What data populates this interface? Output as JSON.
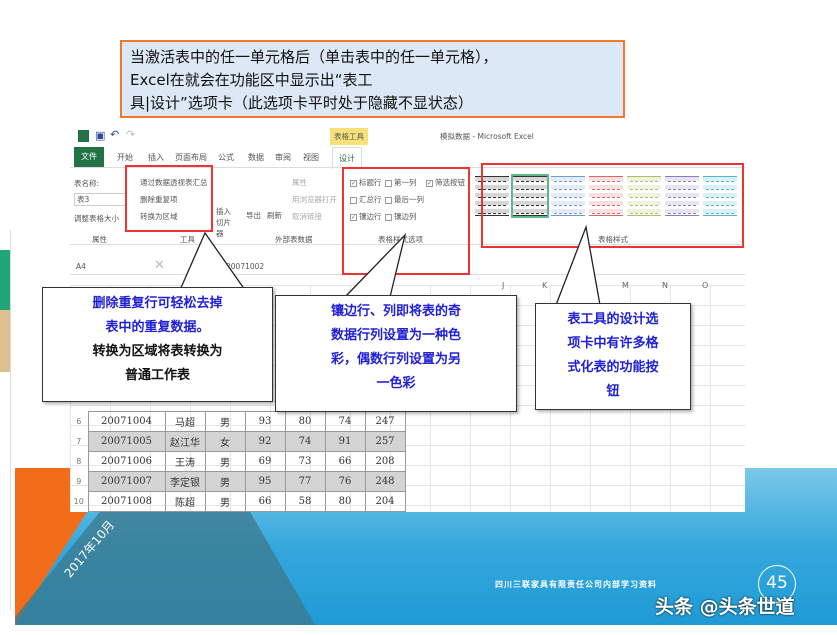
{
  "top_callout": {
    "line1": "当激活表中的任一单元格后（单击表中的任一单元格），",
    "line2": "Excel在就会在功能区中显示出“表工",
    "line3": "具|设计”选项卡（此选项卡平时处于隐藏不显状态）"
  },
  "excel": {
    "title": "模拟数据 - Microsoft Excel",
    "context_tab": "表格工具",
    "tabs": [
      "文件",
      "开始",
      "插入",
      "页面布局",
      "公式",
      "数据",
      "审阅",
      "视图",
      "设计"
    ],
    "ribbon": {
      "table_name_label": "表名称:",
      "table_name_value": "表3",
      "resize": "调整表格大小",
      "properties_group": "属性",
      "summarize_pivot": "通过数据透视表汇总",
      "remove_duplicates": "删除重复项",
      "convert_range": "转换为区域",
      "tools_group": "工具",
      "insert_slicer": "插入切片器",
      "export": "导出",
      "refresh": "刷新",
      "props": "属性",
      "open_browser": "用浏览器打开",
      "unlink": "取消链接",
      "external_group": "外部表数据",
      "options": [
        {
          "label": "标题行",
          "checked": true
        },
        {
          "label": "第一列",
          "checked": false
        },
        {
          "label": "筛选按钮",
          "checked": true
        },
        {
          "label": "汇总行",
          "checked": false
        },
        {
          "label": "最后一列",
          "checked": false
        },
        {
          "label": "镶边行",
          "checked": true
        },
        {
          "label": "镶边列",
          "checked": false
        }
      ],
      "options_group": "表格样式选项",
      "styles_group": "表格样式",
      "style_colors": [
        "#333333",
        "#333333",
        "#6f9bd1",
        "#e06666",
        "#a8c060",
        "#8e7cc3",
        "#4fb8d0"
      ]
    },
    "name_box": "A4",
    "formula_value": "20071002",
    "column_headers": [
      "J",
      "K",
      "L",
      "M",
      "N",
      "O"
    ],
    "rows": [
      {
        "n": "6",
        "cells": [
          "20071004",
          "马超",
          "男",
          "93",
          "80",
          "74",
          "247"
        ]
      },
      {
        "n": "7",
        "cells": [
          "20071005",
          "赵江华",
          "女",
          "92",
          "74",
          "91",
          "257"
        ]
      },
      {
        "n": "8",
        "cells": [
          "20071006",
          "王涛",
          "男",
          "69",
          "73",
          "66",
          "208"
        ]
      },
      {
        "n": "9",
        "cells": [
          "20071007",
          "李定银",
          "男",
          "95",
          "77",
          "76",
          "248"
        ]
      },
      {
        "n": "10",
        "cells": [
          "20071008",
          "陈超",
          "男",
          "66",
          "58",
          "80",
          "204"
        ]
      }
    ]
  },
  "callouts": {
    "left": [
      "删除重复行可轻松去掉",
      "表中的重复数据。",
      "转换为区域将表转换为",
      "普通工作表"
    ],
    "middle": [
      "镶边行、列即将表的奇",
      "数据行列设置为一种色",
      "彩，偶数行列设置为另",
      "一色彩"
    ],
    "right": [
      "表工具的设计选",
      "项卡中有许多格",
      "式化表的功能按",
      "钮"
    ]
  },
  "footer": {
    "date": "2017年10月",
    "org": "四川三联家具有限责任公司内部学习资料",
    "page": "45",
    "watermark": "头条 @头条世道"
  },
  "colors": {
    "accent_orange": "#f26d1a",
    "band_blue": "#1f9ad6",
    "excel_green": "#217346",
    "callout_text": "#1f1fd6",
    "highlight_red": "#e33333"
  }
}
